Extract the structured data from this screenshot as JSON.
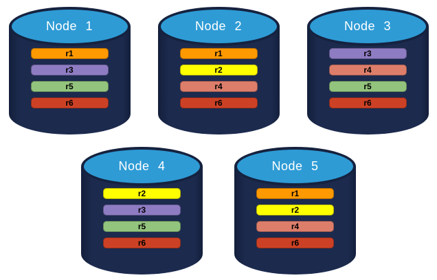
{
  "diagram": {
    "description": "Database nodes with replicated ranges",
    "nodes": [
      {
        "label": "Node 1",
        "replicas": [
          "r1",
          "r3",
          "r5",
          "r6"
        ]
      },
      {
        "label": "Node 2",
        "replicas": [
          "r1",
          "r2",
          "r4",
          "r6"
        ]
      },
      {
        "label": "Node 3",
        "replicas": [
          "r3",
          "r4",
          "r5",
          "r6"
        ]
      },
      {
        "label": "Node 4",
        "replicas": [
          "r2",
          "r3",
          "r5",
          "r6"
        ]
      },
      {
        "label": "Node 5",
        "replicas": [
          "r1",
          "r2",
          "r4",
          "r6"
        ]
      }
    ],
    "rows": [
      [
        0,
        1,
        2
      ],
      [
        3,
        4
      ]
    ],
    "replica_colors": {
      "r1": "#FF9900",
      "r2": "#FFFF00",
      "r3": "#8E7CC3",
      "r4": "#DD7E6B",
      "r5": "#93C47D",
      "r6": "#CC4125"
    },
    "node_colors": {
      "body": "#1C2A4E",
      "body_edge": "#131F3B",
      "top": "#2E9BD5",
      "outline": "#15223F",
      "title_text": "#FFFFFF",
      "bar_text": "#000000"
    },
    "background": "#FFFFFF"
  }
}
